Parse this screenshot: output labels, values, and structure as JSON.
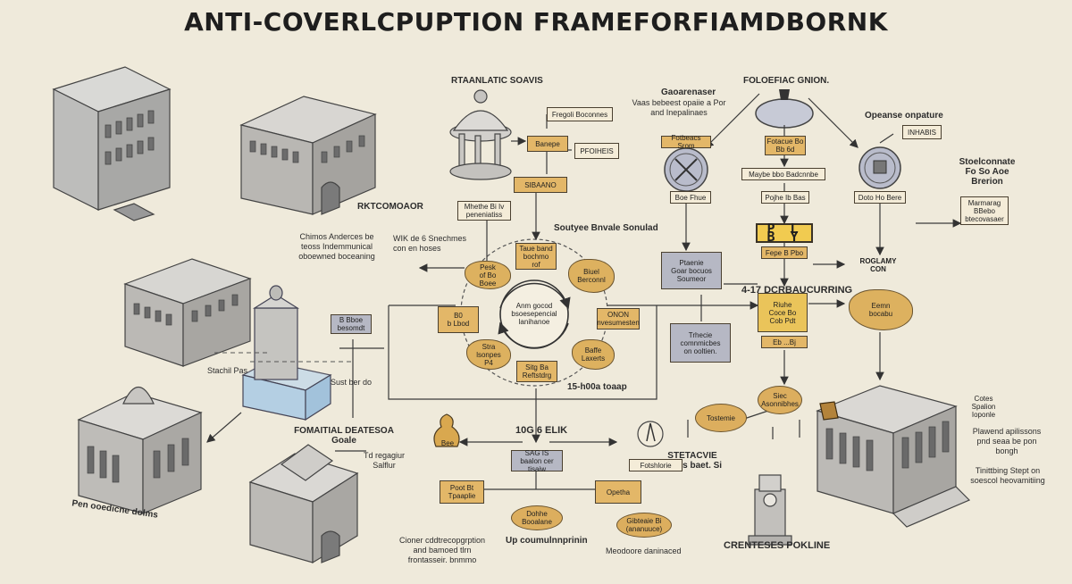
{
  "title": "ANTI-COVERLCPUPTION FRAMEFORFIAMDBORNK",
  "labels": {
    "rtaanlatic": "RTAANLATIC SOAVIS",
    "rktcomor": "RKTCOMOAOR",
    "chimos": "Chimos Anderces be\nteoss Indemmunical\noboewned boceaning",
    "whk": "WIK de 6 Snechmes\ncon en hoses",
    "soutyee": "Soutyee Bnvale Sonulad",
    "stachil": "Stachil Pas",
    "sust": "Sust ber do",
    "fomaltial": "FOMAITIAL DEATESOA\nGoale",
    "td": "Td regagiur\nSalflur",
    "fifteen": "15-h00a toaap",
    "forenbac": "FOLOEFIAC GNION.",
    "gaoarenaser": "Gaoarenaser",
    "vaas": "Vaas bebeest opaiie a Por\nand Inepalinaes",
    "opeanse": "Opeanse onpature",
    "stoelconnate": "Stoelconnate\nFo So Aoe\nBrerion",
    "forty": "4-17 DCRBAUCURRING",
    "ten": "10G 6 ELIK",
    "cioner": "Cioner cddtrecopgrption\nand bamoed tlrn\nfrontasseir. bnmmo",
    "up": "Up coumulnnprinin",
    "meodoore": "Meodoore daninaced",
    "stecave": "STETACVIE\nIkiees baet. Si",
    "cerentses": "CRENTESES POKLINE",
    "playwead": "Plawend apilissons\npnd seaa be pon\nbongh",
    "tinithing": "Tinittbing Stept on\nsoescol heovamitiing",
    "pen": "Pen ooedicne dolms"
  },
  "boxes": {
    "fregol": "Fregoli Boconnes",
    "banepa": "Banepe",
    "pfoheis": "PFOIHEIS",
    "sibaano": "SIBAANO",
    "mhethe": "Mhethe Bi Iv\npeneniatiss",
    "taue": "Taue band\nbochmo\nrof",
    "pesk": "Pesk\nof Bo\nBoee",
    "biuel": "Biuel\nBerconnl",
    "riuhe": "Riuhe\nCoce Bo\nCob Pdt",
    "bo": "B0\nb Lbod",
    "bboe": "B Bboe\nbesomdt",
    "onon": "ONON\nnvesumesten",
    "stra": "Stra\nlsonpes\nP4",
    "baffe": "Baffe\nLaxerts",
    "sitg": "Sitg Ba\nReftstdrg",
    "centre": "Anm gocod\nbsoesepencial\nlanihanoe",
    "fotbeacs": "Fotbeacs Srom",
    "fotace": "Fotacue Bo\nBb 6d",
    "maybe": "Maybe bbo Badcnnbe",
    "pojha": "Pojhe Ib Bas",
    "boe": "Boe Fhue",
    "dotho": "Doto Ho Bere",
    "inhabit": "INHABIS",
    "plby": "P L B Y",
    "fepe": "Fepe B Pbo",
    "ptaenie": "Ptaenie\nGoar bocuos\nSoumeor",
    "rognany": "ROGLAMY\nCON",
    "mame": "Marmarag\nBBebo\nbtecovasaer",
    "eomn": "Eemn\nbocabu",
    "trhec": "Trhecie\ncomnmicbes\non ooltien.",
    "ex": "Eb ...Bj",
    "site": "Siec\nAsonnibhes",
    "tostemie": "Tostemie",
    "ctes": "Cotes\nSpalion\nIoponle",
    "bee": "Bee",
    "sag": "SAG IS\nbaalon cer\ntisaiw",
    "fotshlore": "Fotshlorie",
    "poot": "Poot Bt\nTpaaplie",
    "opetha": "Opetha",
    "dohhe": "Dohhe\nBooalane",
    "gibteaie": "Gibteaie Bi\n(ananuuce)"
  },
  "diagram_colors": {
    "background": "#efeadb",
    "tan": "#e3b768",
    "gold": "#eac45a",
    "grey_box": "#b6b8c4",
    "line": "#3a3a3a"
  }
}
